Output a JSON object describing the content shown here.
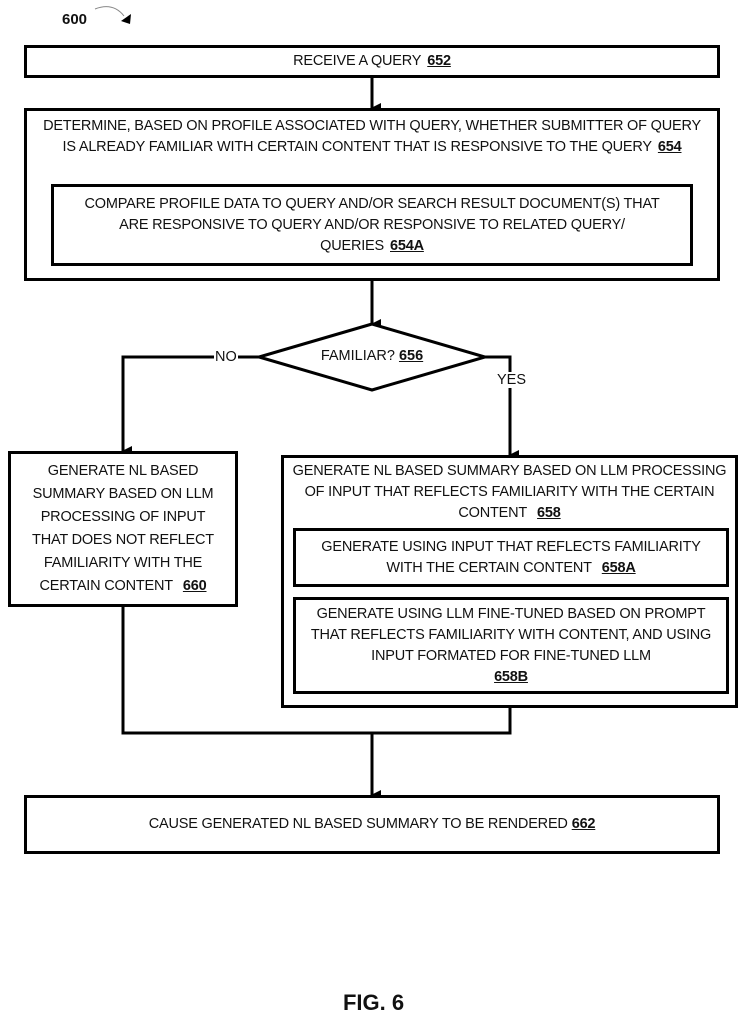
{
  "figure": {
    "reference_number": "600",
    "caption": "FIG. 6"
  },
  "steps": {
    "receive_query": {
      "text": "RECEIVE A QUERY",
      "ref": "652"
    },
    "determine_familiarity": {
      "text": "DETERMINE, BASED ON PROFILE ASSOCIATED WITH QUERY, WHETHER SUBMITTER OF QUERY IS ALREADY FAMILIAR WITH CERTAIN CONTENT THAT IS RESPONSIVE TO THE QUERY",
      "ref": "654",
      "substep": {
        "text": "COMPARE PROFILE DATA TO QUERY AND/OR SEARCH RESULT DOCUMENT(S) THAT ARE RESPONSIVE TO QUERY AND/OR RESPONSIVE TO RELATED QUERY/ QUERIES",
        "ref": "654A"
      }
    },
    "decision": {
      "text": "FAMILIAR?",
      "ref": "656",
      "no_label": "NO",
      "yes_label": "YES"
    },
    "generate_not_familiar": {
      "text": "GENERATE NL BASED SUMMARY BASED ON LLM PROCESSING OF INPUT THAT DOES NOT REFLECT FAMILIARITY WITH THE CERTAIN CONTENT",
      "ref": "660"
    },
    "generate_familiar": {
      "text": "GENERATE NL BASED SUMMARY BASED ON LLM PROCESSING OF INPUT THAT REFLECTS FAMILIARITY WITH THE CERTAIN CONTENT",
      "ref": "658",
      "substeps": [
        {
          "text": "GENERATE USING INPUT THAT REFLECTS FAMILIARITY WITH THE CERTAIN CONTENT",
          "ref": "658A"
        },
        {
          "text": "GENERATE USING LLM FINE-TUNED BASED ON PROMPT THAT REFLECTS FAMILIARITY WITH CONTENT, AND USING INPUT FORMATED FOR FINE-TUNED LLM",
          "ref": "658B"
        }
      ]
    },
    "render_summary": {
      "text": "CAUSE GENERATED NL BASED SUMMARY TO BE RENDERED",
      "ref": "662"
    }
  }
}
